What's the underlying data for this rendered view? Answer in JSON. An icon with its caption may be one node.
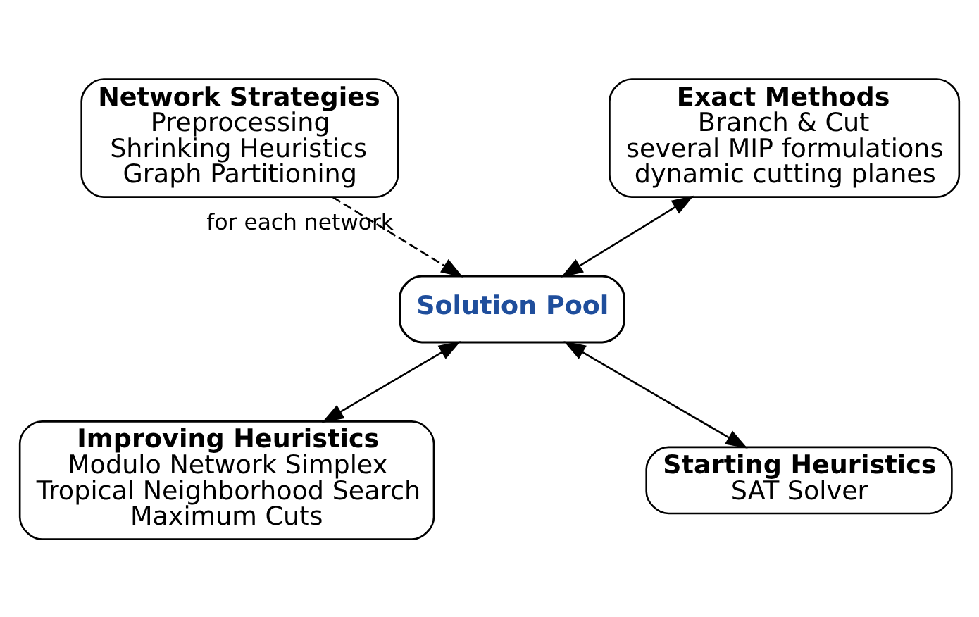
{
  "diagram": {
    "nodes": [
      {
        "text": [
          "Network Strategies",
          "Preprocessing",
          "Shrinking Heuristics",
          "Graph Partitioning"
        ]
      },
      {
        "text": [
          "Exact Methods",
          "Branch & Cut",
          "several MIP formulations",
          "dynamic cutting planes"
        ]
      },
      {
        "text": [
          "Solution Pool"
        ]
      },
      {
        "text": [
          "Starting Heuristics",
          "SAT Solver"
        ]
      },
      {
        "text": [
          "Improving Heuristics",
          "Modulo Network Simplex",
          "Tropical Neighborhood Search",
          "Maximum Cuts"
        ]
      }
    ],
    "edges": [
      {
        "from": 0,
        "to": 2,
        "arrow": "to",
        "label": "for each network",
        "style": "dashed"
      },
      {
        "from": 2,
        "to": 1,
        "arrow": "both"
      },
      {
        "from": 3,
        "to": 2,
        "arrow": "both"
      },
      {
        "from": 2,
        "to": 4,
        "arrow": "both"
      }
    ]
  }
}
